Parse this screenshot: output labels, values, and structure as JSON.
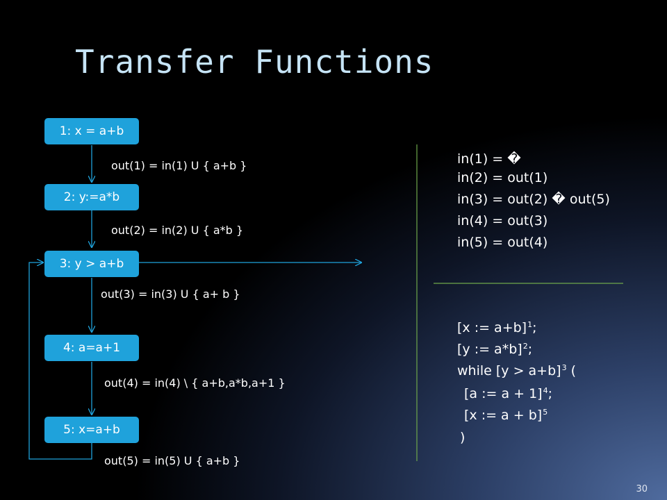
{
  "slide": {
    "title": "Transfer Functions",
    "page_number": "30"
  },
  "cfg": {
    "nodes": [
      {
        "label": "1: x = a+b"
      },
      {
        "label": "2: y:=a*b"
      },
      {
        "label": "3: y > a+b"
      },
      {
        "label": "4: a=a+1"
      },
      {
        "label": "5: x=a+b"
      }
    ],
    "out_equations": [
      "out(1) = in(1) U { a+b }",
      "out(2) = in(2) U { a*b }",
      "out(3) = in(3) U { a+ b }",
      "out(4) = in(4) \\ { a+b,a*b,a+1 }",
      "out(5) = in(5) U { a+b }"
    ],
    "colors": {
      "node_fill": "#1fa2db",
      "edge": "#1fa2db",
      "divider": "#6fa84b"
    }
  },
  "in_equations": [
    "in(1) = �",
    "in(2) = out(1)",
    "in(3) = out(2) � out(5)",
    "in(4) = out(3)",
    "in(5) = out(4)"
  ],
  "program": {
    "lines": [
      {
        "text": "[x := a+b]",
        "label": "1",
        "suffix": ";"
      },
      {
        "text": "[y := a*b]",
        "label": "2",
        "suffix": ";"
      },
      {
        "text": "while [y > a+b]",
        "label": "3",
        "suffix": " ("
      },
      {
        "text": "[a := a + 1]",
        "label": "4",
        "suffix": ";"
      },
      {
        "text": "[x := a + b]",
        "label": "5",
        "suffix": ""
      },
      {
        "text": ")",
        "label": "",
        "suffix": ""
      }
    ]
  }
}
